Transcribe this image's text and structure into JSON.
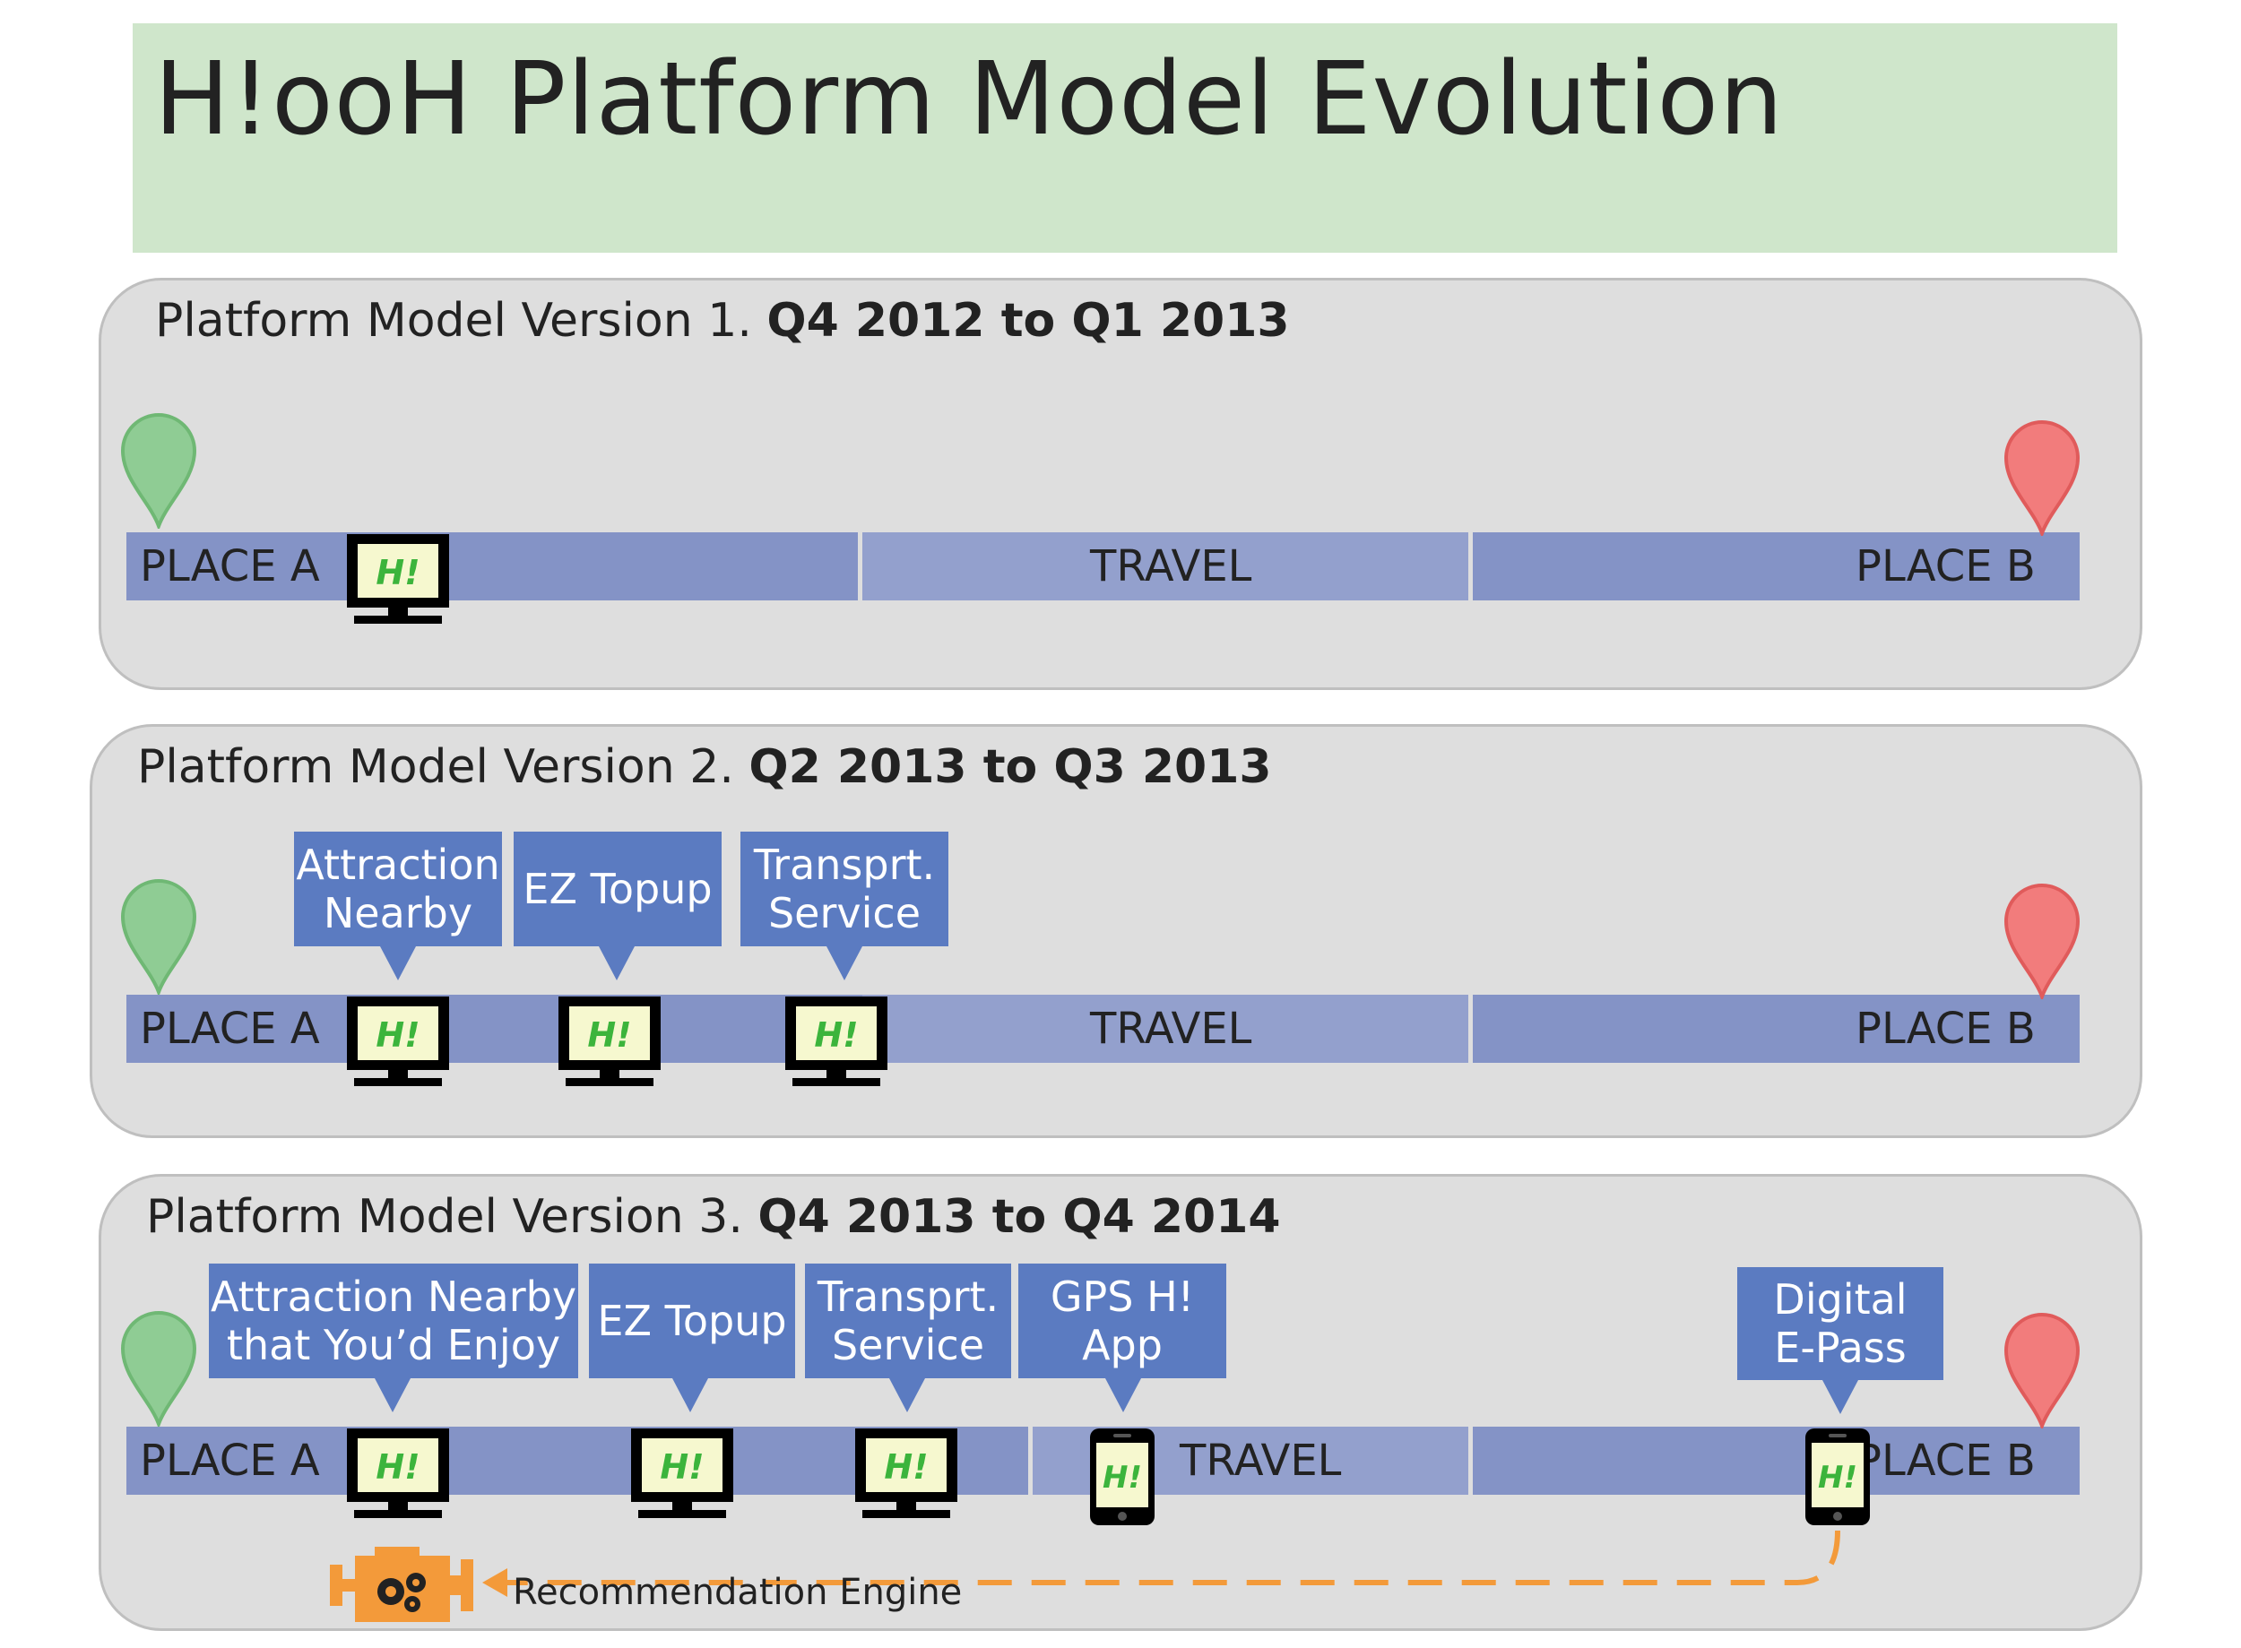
{
  "title": "H!ooH Platform Model Evolution",
  "brand_colors": {
    "title_bg": "#cfe6cb",
    "segment": "#8493c6",
    "callout": "#5b7bc1",
    "pin_start": "#8fcc94",
    "pin_end": "#f27c7c",
    "engine": "#f39a3a",
    "screen": "#f6f8cf",
    "logo_text": "#3cb43c"
  },
  "logo_text": "H!",
  "segments": {
    "a": "PLACE A",
    "travel": "TRAVEL",
    "b": "PLACE B"
  },
  "panels": [
    {
      "title_prefix": "Platform Model Version 1.",
      "title_period": "Q4 2012 to Q1 2013"
    },
    {
      "title_prefix": "Platform Model Version 2.",
      "title_period": "Q2 2013 to Q3 2013",
      "callouts": [
        {
          "line1": "Attraction",
          "line2": "Nearby"
        },
        {
          "line1": "EZ Topup",
          "line2": ""
        },
        {
          "line1": "Transprt.",
          "line2": "Service"
        }
      ]
    },
    {
      "title_prefix": "Platform Model Version 3.",
      "title_period": "Q4 2013 to Q4 2014",
      "callouts": [
        {
          "line1": "Attraction Nearby",
          "line2": "that You’d Enjoy"
        },
        {
          "line1": "EZ Topup",
          "line2": ""
        },
        {
          "line1": "Transprt.",
          "line2": "Service"
        },
        {
          "line1": "GPS H!",
          "line2": "App"
        },
        {
          "line1": "Digital",
          "line2": "E-Pass"
        }
      ],
      "engine_label": "Recommendation Engine"
    }
  ],
  "icons": [
    "location-pin-icon",
    "monitor-icon",
    "smartphone-icon",
    "engine-gears-icon",
    "arrow-left-icon"
  ]
}
